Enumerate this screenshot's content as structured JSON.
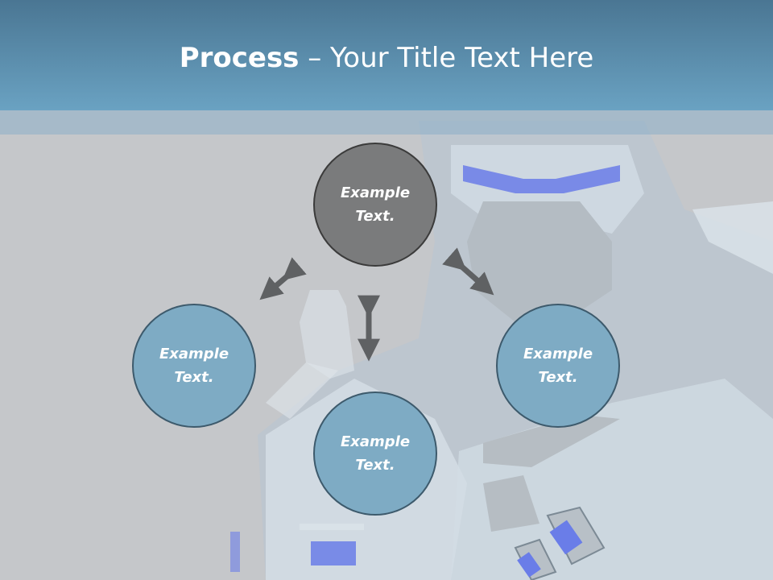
{
  "slide": {
    "title_bold": "Process",
    "title_rest": " – Your Title Text Here"
  },
  "nodes": {
    "top": {
      "line1": "Example",
      "line2": "Text."
    },
    "left": {
      "line1": "Example",
      "line2": "Text."
    },
    "right": {
      "line1": "Example",
      "line2": "Text."
    },
    "bottom": {
      "line1": "Example",
      "line2": "Text."
    }
  },
  "colors": {
    "header": "#5a8fb0",
    "center_node": "#7a7b7c",
    "outer_node": "#7eabc4",
    "arrow": "#5f6163"
  }
}
